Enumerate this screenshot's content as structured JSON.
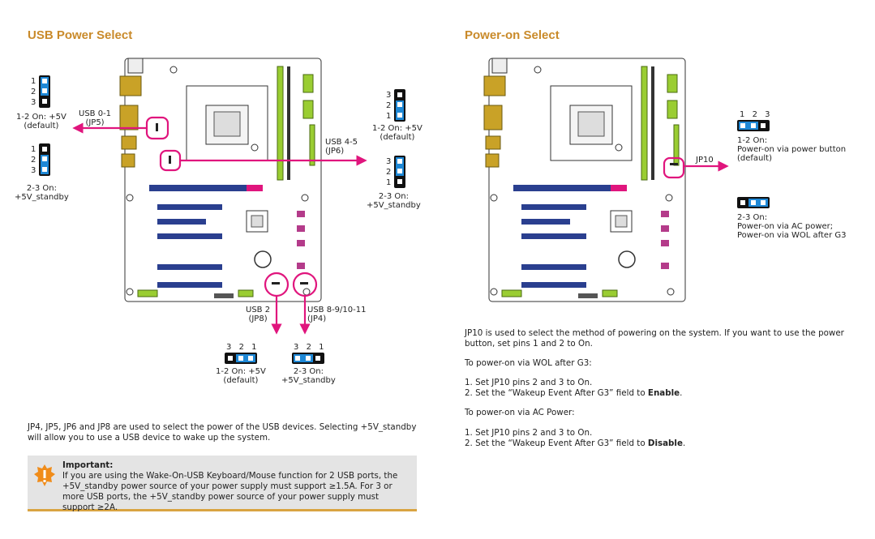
{
  "left_section": {
    "title": "USB Power Select",
    "jp5_top_pins": [
      "1",
      "2",
      "3"
    ],
    "jp5_top_label": "1-2 On: +5V\n(default)",
    "jp5_bottom_pins": [
      "1",
      "2",
      "3"
    ],
    "jp5_bottom_label": "2-3 On:\n+5V_standby",
    "usb01_label": "USB 0-1\n(JP5)",
    "usb45_label": "USB 4-5\n(JP6)",
    "jp6_top_pins": [
      "3",
      "2",
      "1"
    ],
    "jp6_top_label": "1-2 On: +5V\n(default)",
    "jp6_bottom_pins": [
      "3",
      "2",
      "1"
    ],
    "jp6_bottom_label": "2-3 On:\n+5V_standby",
    "usb2_label": "USB 2\n(JP8)",
    "usb8_label": "USB 8-9/10-11\n(JP4)",
    "jp8_pins": [
      "3",
      "2",
      "1"
    ],
    "jp8_label": "1-2 On: +5V\n(default)",
    "jp4_pins": [
      "3",
      "2",
      "1"
    ],
    "jp4_label": "2-3 On:\n+5V_standby",
    "description": "JP4, JP5, JP6 and JP8 are used to select the power of the USB devices. Selecting +5V_standby will allow you to use a USB device to wake up the system.",
    "important_title": "Important:",
    "important_text": "If you are using the Wake-On-USB Keyboard/Mouse function for 2 USB ports, the +5V_standby power source of your power supply must support ≥1.5A. For 3 or more USB ports, the +5V_standby power source of your power supply must support ≥2A."
  },
  "right_section": {
    "title": "Power-on Select",
    "jp10_label": "JP10",
    "opt1_pins": [
      "1",
      "2",
      "3"
    ],
    "opt1_label": "1-2 On:\nPower-on via power button\n(default)",
    "opt2_label": "2-3 On:\nPower-on via AC power;\nPower-on via WOL after G3",
    "intro": "JP10 is used to select the method of powering on the system. If you want to use the power button, set pins 1 and 2 to On.",
    "wol_heading": "To power-on via WOL after G3:",
    "wol_steps": [
      "1.  Set JP10 pins 2 and 3 to On.",
      "2.  Set the “Wakeup Event After G3” field to "
    ],
    "wol_bold": "Enable",
    "ac_heading": "To power-on via AC Power:",
    "ac_steps": [
      "1.  Set JP10 pins 2 and 3 to On.",
      "2.  Set the “Wakeup Event After G3” field to "
    ],
    "ac_bold": "Disable"
  },
  "colors": {
    "heading": "#c98a2a",
    "accent": "#e0157d",
    "jumper_blue": "#1e88d6",
    "board_green": "#9acd32",
    "slot_blue": "#2a3f8f"
  }
}
